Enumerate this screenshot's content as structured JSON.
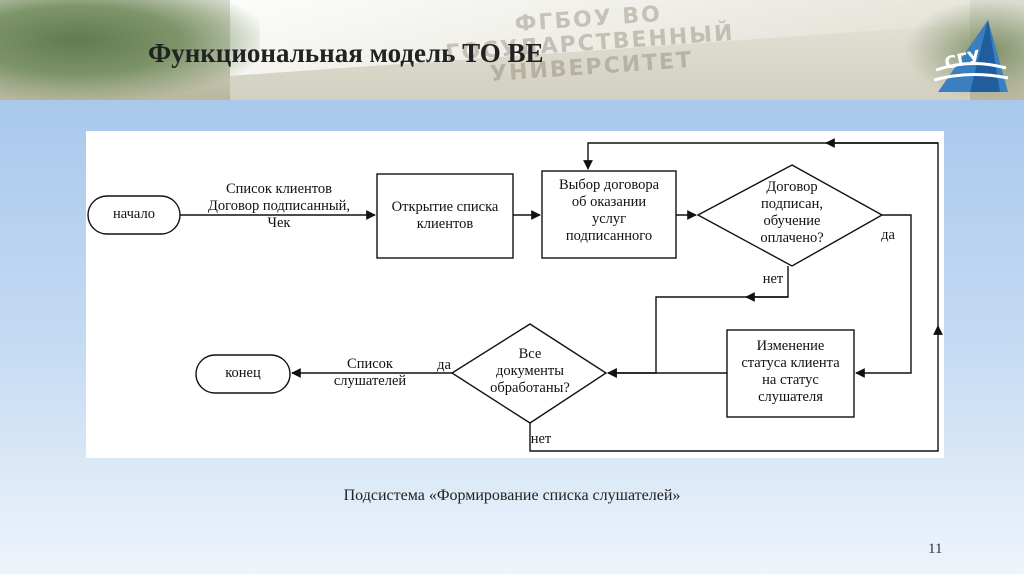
{
  "slide": {
    "title": "Функциональная модель ТО ВЕ",
    "watermark_lines": [
      "ФГБОУ ВО",
      "ГОСУДАРСТВЕННЫЙ УНИВЕРСИТЕТ"
    ],
    "logo_text": "СГУ",
    "caption": "Подсистема «Формирование списка слушателей»",
    "page_number": "11"
  },
  "diagram": {
    "start": "начало",
    "input_label": [
      "Список клиентов",
      "Договор подписанный,",
      "Чек"
    ],
    "open_list": [
      "Открытие списка",
      "клиентов"
    ],
    "choose_contract": [
      "Выбор договора",
      "об оказании",
      "услуг",
      "подписанного"
    ],
    "decision_contract": [
      "Договор",
      "подписан,",
      "обучение",
      "оплачено?"
    ],
    "yes_1": "да",
    "no_1": "нет",
    "change_status": [
      "Изменение",
      "статуса клиента",
      "на статус",
      "слушателя"
    ],
    "decision_docs": [
      "Все",
      "документы",
      "обработаны?"
    ],
    "yes_2": "да",
    "no_2": "нет",
    "output_label": [
      "Список",
      "слушателей"
    ],
    "end": "конец"
  }
}
